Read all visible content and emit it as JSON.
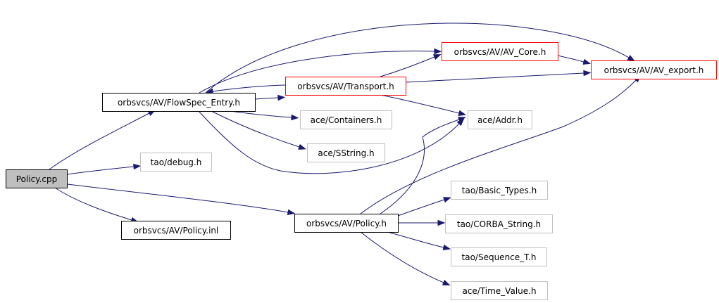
{
  "colors": {
    "edge": "#191970",
    "root_fill": "#bfbfbf",
    "root_border": "#000000",
    "documented_border": "#000000",
    "truncated_border": "#ff0000",
    "external_border": "#bfbfbf",
    "node_fill": "#ffffff"
  },
  "nodes": [
    {
      "id": "policy_cpp",
      "label": "Policy.cpp",
      "kind": "root"
    },
    {
      "id": "flowspec",
      "label": "orbsvcs/AV/FlowSpec_Entry.h",
      "kind": "documented"
    },
    {
      "id": "debug",
      "label": "tao/debug.h",
      "kind": "external"
    },
    {
      "id": "policy_inl",
      "label": "orbsvcs/AV/Policy.inl",
      "kind": "documented"
    },
    {
      "id": "policy_h",
      "label": "orbsvcs/AV/Policy.h",
      "kind": "documented"
    },
    {
      "id": "transport",
      "label": "orbsvcs/AV/Transport.h",
      "kind": "truncated"
    },
    {
      "id": "containers",
      "label": "ace/Containers.h",
      "kind": "external"
    },
    {
      "id": "sstring",
      "label": "ace/SString.h",
      "kind": "external"
    },
    {
      "id": "av_core",
      "label": "orbsvcs/AV/AV_Core.h",
      "kind": "truncated"
    },
    {
      "id": "av_export",
      "label": "orbsvcs/AV/AV_export.h",
      "kind": "truncated"
    },
    {
      "id": "addr",
      "label": "ace/Addr.h",
      "kind": "external"
    },
    {
      "id": "basic_types",
      "label": "tao/Basic_Types.h",
      "kind": "external"
    },
    {
      "id": "corba_string",
      "label": "tao/CORBA_String.h",
      "kind": "external"
    },
    {
      "id": "sequence_t",
      "label": "tao/Sequence_T.h",
      "kind": "external"
    },
    {
      "id": "time_value",
      "label": "ace/Time_Value.h",
      "kind": "external"
    }
  ],
  "edges": [
    {
      "from": "policy_cpp",
      "to": "flowspec"
    },
    {
      "from": "policy_cpp",
      "to": "debug"
    },
    {
      "from": "policy_cpp",
      "to": "policy_inl"
    },
    {
      "from": "policy_cpp",
      "to": "policy_h"
    },
    {
      "from": "flowspec",
      "to": "av_core"
    },
    {
      "from": "flowspec",
      "to": "av_export"
    },
    {
      "from": "flowspec",
      "to": "transport"
    },
    {
      "from": "flowspec",
      "to": "containers"
    },
    {
      "from": "flowspec",
      "to": "sstring"
    },
    {
      "from": "flowspec",
      "to": "addr"
    },
    {
      "from": "transport",
      "to": "flowspec"
    },
    {
      "from": "transport",
      "to": "av_core"
    },
    {
      "from": "transport",
      "to": "av_export"
    },
    {
      "from": "transport",
      "to": "addr"
    },
    {
      "from": "av_core",
      "to": "av_export"
    },
    {
      "from": "policy_h",
      "to": "av_export"
    },
    {
      "from": "policy_h",
      "to": "addr"
    },
    {
      "from": "policy_h",
      "to": "basic_types"
    },
    {
      "from": "policy_h",
      "to": "corba_string"
    },
    {
      "from": "policy_h",
      "to": "sequence_t"
    },
    {
      "from": "policy_h",
      "to": "time_value"
    }
  ]
}
